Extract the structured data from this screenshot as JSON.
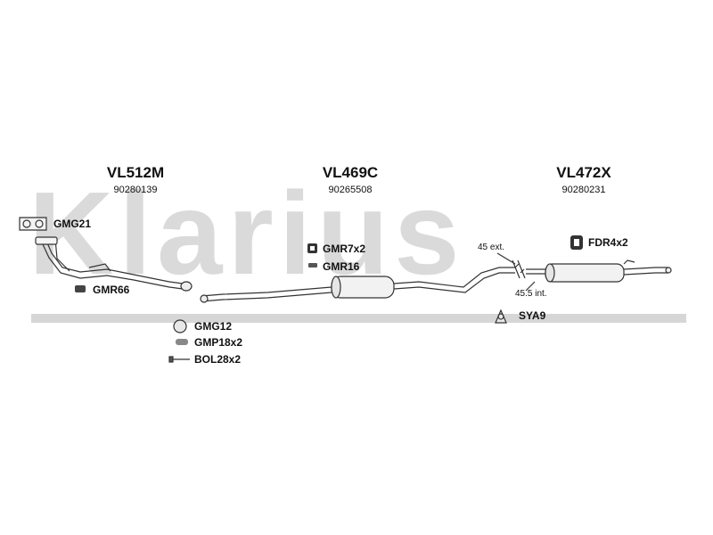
{
  "watermark": "Klarius",
  "sections": [
    {
      "code": "VL512M",
      "number": "90280139"
    },
    {
      "code": "VL469C",
      "number": "90265508"
    },
    {
      "code": "VL472X",
      "number": "90280231"
    }
  ],
  "parts": {
    "gmg21": "GMG21",
    "gmr66": "GMR66",
    "gmr7x2": "GMR7x2",
    "gmr16": "GMR16",
    "gmg12": "GMG12",
    "gmp18x2": "GMP18x2",
    "bol28x2": "BOL28x2",
    "fdr4x2": "FDR4x2",
    "sya9": "SYA9"
  },
  "annotations": {
    "ext": "45 ext.",
    "int": "45.5 int."
  }
}
